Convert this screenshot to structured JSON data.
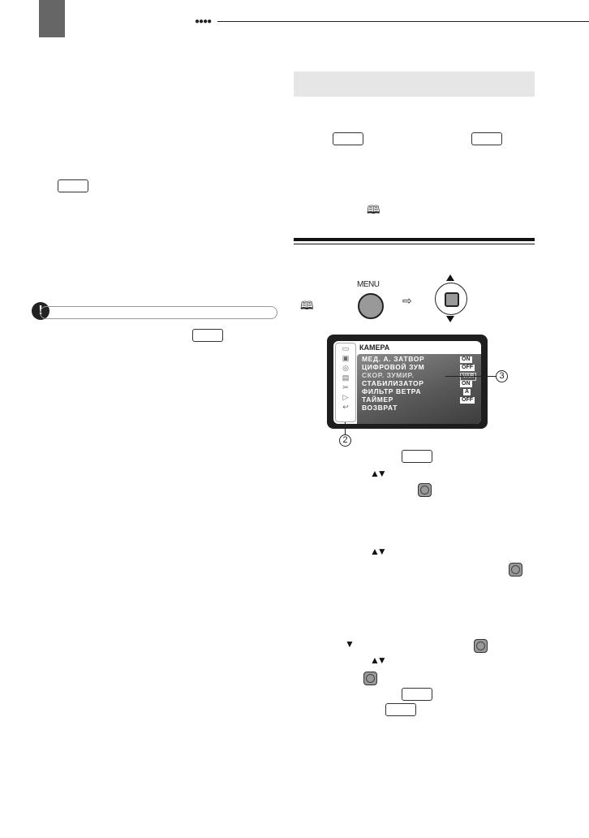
{
  "header": {
    "dots": "●●●●"
  },
  "diagram": {
    "book_icon": "book-icon",
    "menu_button_label": "MENU",
    "arrow": "⇨",
    "screen": {
      "title": "КАМЕРА",
      "rows": [
        {
          "label": "МЕД. А. ЗАТВОР",
          "value": "ON"
        },
        {
          "label": "ЦИФРОВОЙ ЗУМ",
          "value": "OFF"
        },
        {
          "label": "СКОР. ЗУМИР.",
          "value": "VAR",
          "highlighted": true
        },
        {
          "label": "СТАБИЛИЗАТОР",
          "value": "ON"
        },
        {
          "label": "ФИЛЬТР ВЕТРА",
          "value": "A"
        },
        {
          "label": "ТАЙМЕР",
          "value": "OFF"
        },
        {
          "label": "ВОЗВРАТ",
          "value": ""
        }
      ]
    },
    "callouts": {
      "two": "2",
      "three": "3"
    }
  },
  "symbols": {
    "caution": "!",
    "up_down": "▲▼",
    "down": "▼",
    "book": "🕮"
  }
}
